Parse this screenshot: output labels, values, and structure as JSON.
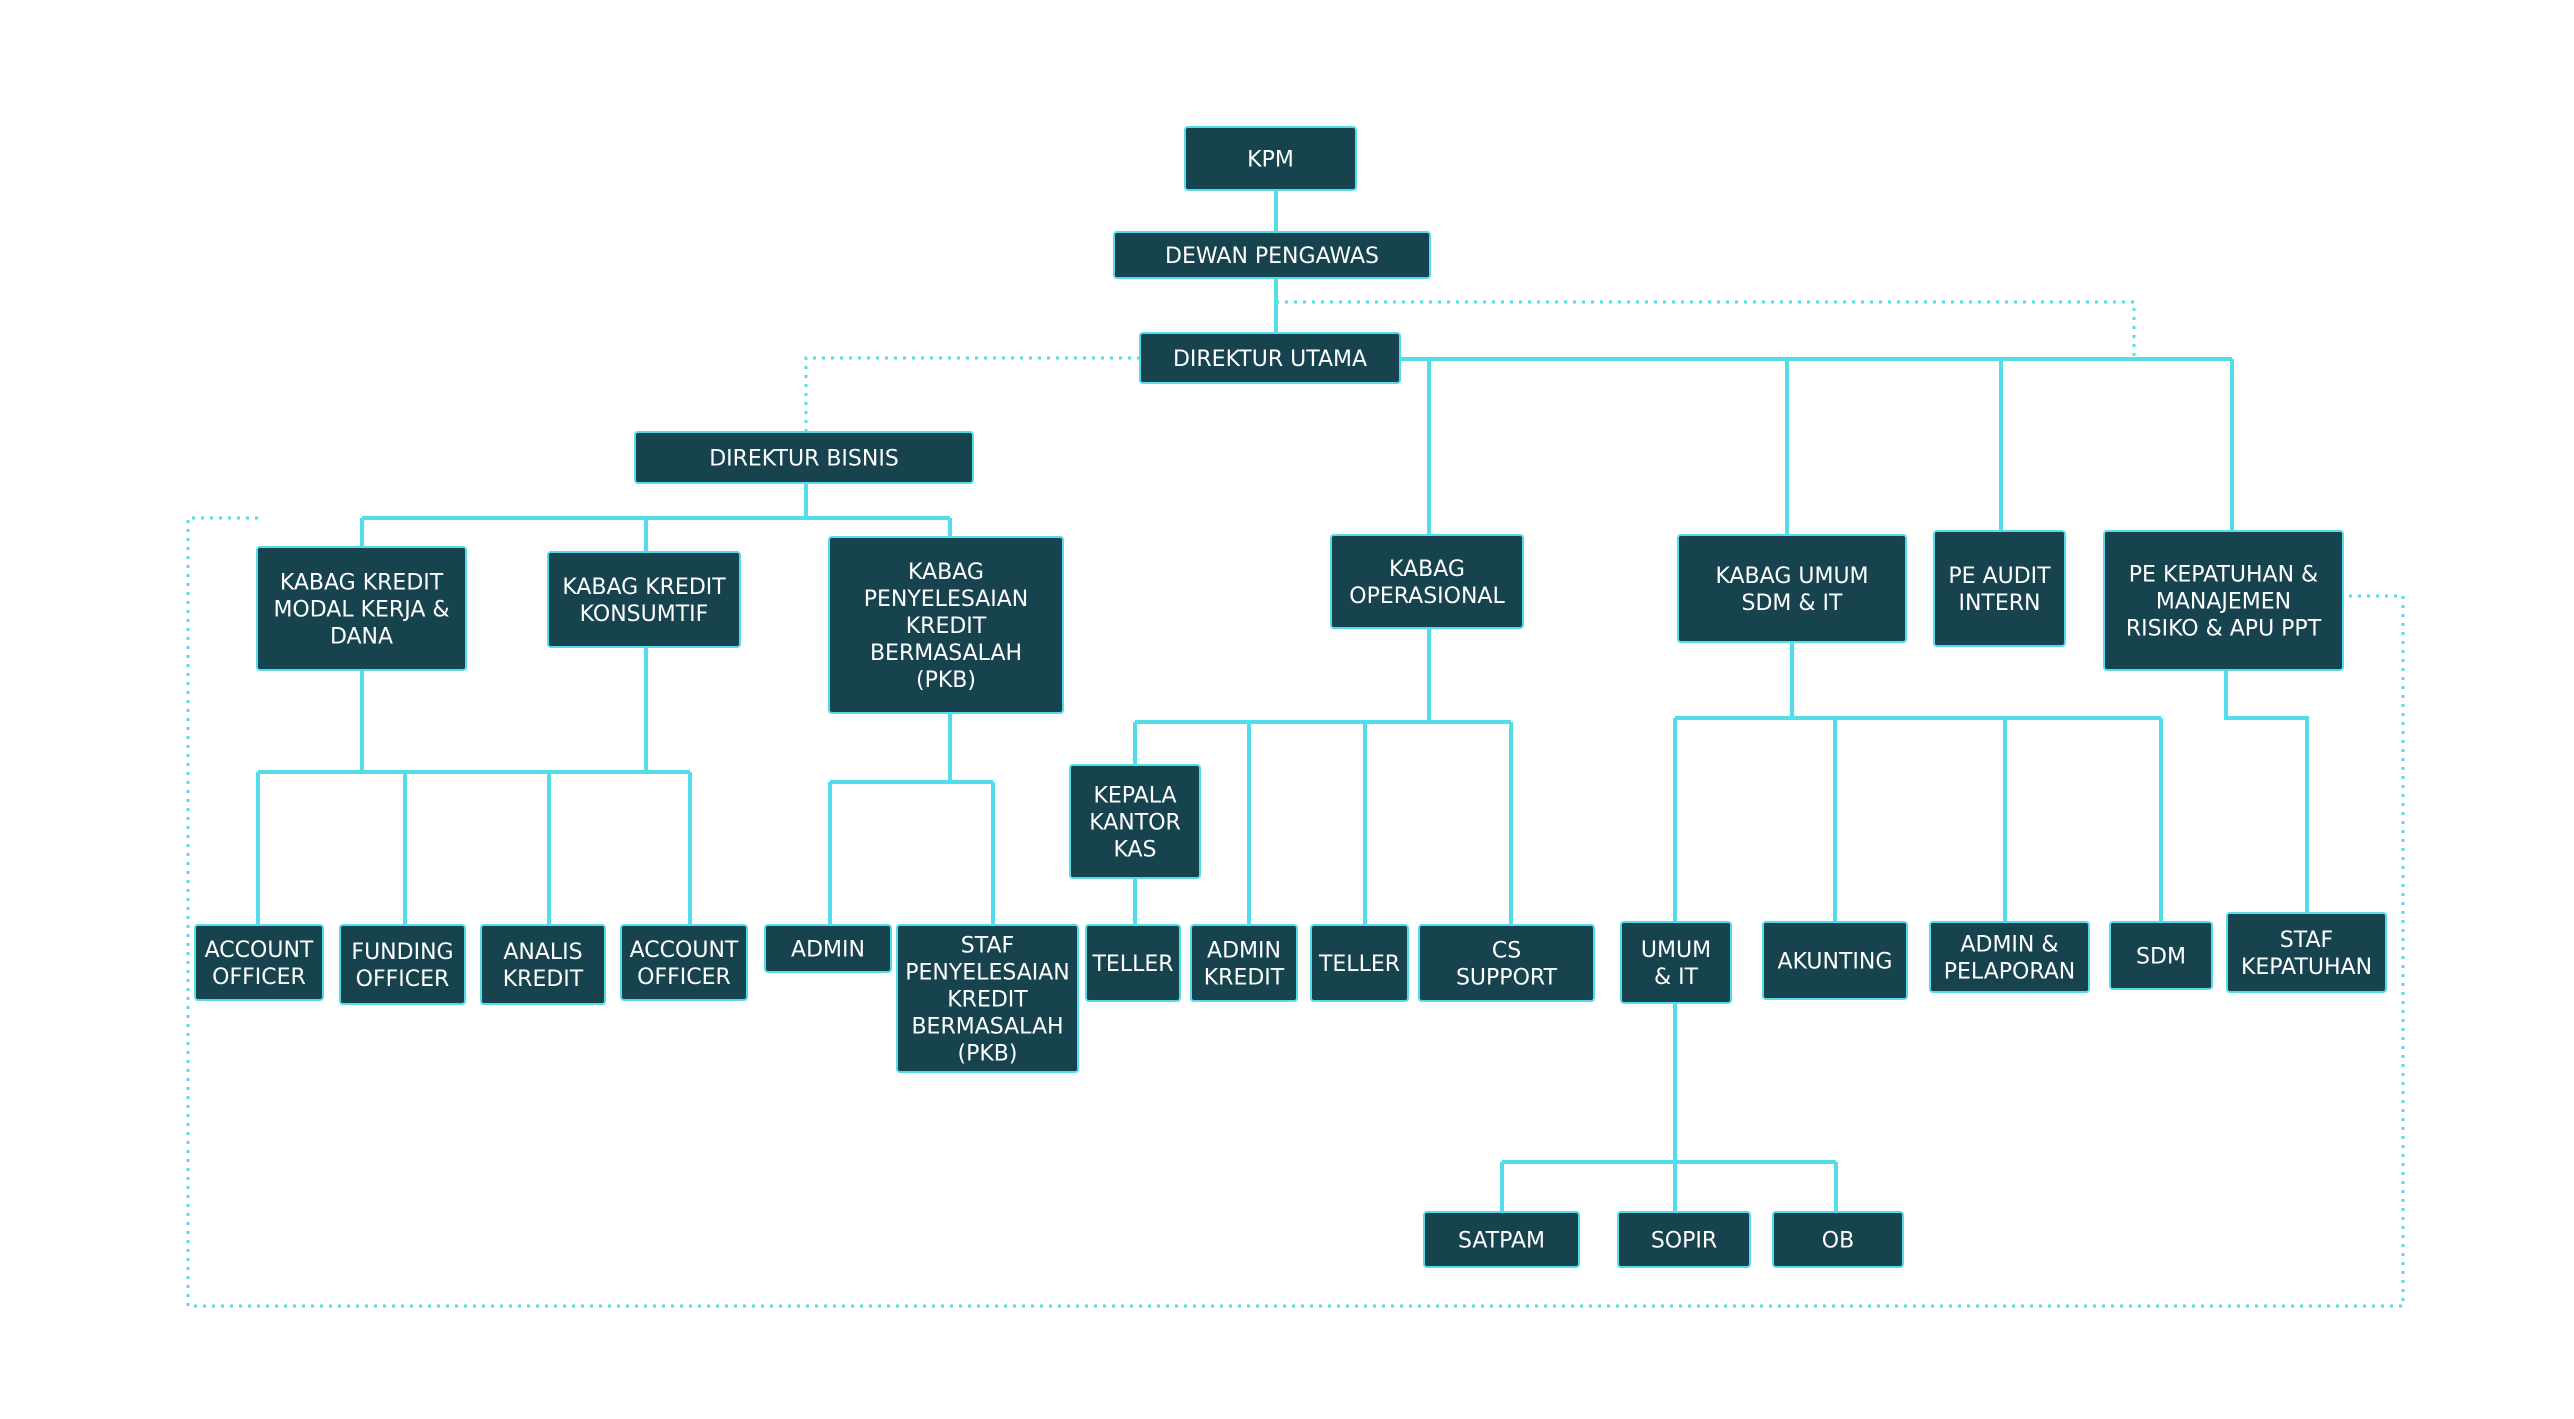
{
  "colors": {
    "node_fill": "#17434f",
    "line": "#55dcea",
    "node_text": "#ffffff",
    "background": "#ffffff"
  },
  "nodes": {
    "kpm": [
      "KPM"
    ],
    "dewan_pengawas": [
      "DEWAN PENGAWAS"
    ],
    "direktur_utama": [
      "DIREKTUR UTAMA"
    ],
    "direktur_bisnis": [
      "DIREKTUR BISNIS"
    ],
    "kabag_kredit_modal": [
      "KABAG KREDIT",
      "MODAL KERJA &",
      "DANA"
    ],
    "kabag_kredit_konsumtif": [
      "KABAG KREDIT",
      "KONSUMTIF"
    ],
    "kabag_pkb": [
      "KABAG",
      "PENYELESAIAN",
      "KREDIT",
      "BERMASALAH",
      "(PKB)"
    ],
    "kabag_operasional": [
      "KABAG",
      "OPERASIONAL"
    ],
    "kabag_umum": [
      "KABAG UMUM",
      "SDM & IT"
    ],
    "pe_audit": [
      "PE AUDIT",
      "INTERN"
    ],
    "pe_kepatuhan": [
      "PE KEPATUHAN &",
      "MANAJEMEN",
      "RISIKO & APU PPT"
    ],
    "account_officer_1": [
      "ACCOUNT",
      "OFFICER"
    ],
    "funding_officer": [
      "FUNDING",
      "OFFICER"
    ],
    "analis_kredit": [
      "ANALIS",
      "KREDIT"
    ],
    "account_officer_2": [
      "ACCOUNT",
      "OFFICER"
    ],
    "admin_pkb": [
      "ADMIN"
    ],
    "staf_pkb": [
      "STAF",
      "PENYELESAIAN",
      "KREDIT",
      "BERMASALAH",
      "(PKB)"
    ],
    "kepala_kantor_kas": [
      "KEPALA",
      "KANTOR",
      "KAS"
    ],
    "teller_1": [
      "TELLER"
    ],
    "admin_kredit": [
      "ADMIN",
      "KREDIT"
    ],
    "teller_2": [
      "TELLER"
    ],
    "cs_support": [
      "CS",
      "SUPPORT"
    ],
    "umum_it": [
      "UMUM",
      "& IT"
    ],
    "akunting": [
      "AKUNTING"
    ],
    "admin_pelaporan": [
      "ADMIN &",
      "PELAPORAN"
    ],
    "sdm": [
      "SDM"
    ],
    "staf_kepatuhan": [
      "STAF",
      "KEPATUHAN"
    ],
    "satpam": [
      "SATPAM"
    ],
    "sopir": [
      "SOPIR"
    ],
    "ob": [
      "OB"
    ]
  }
}
